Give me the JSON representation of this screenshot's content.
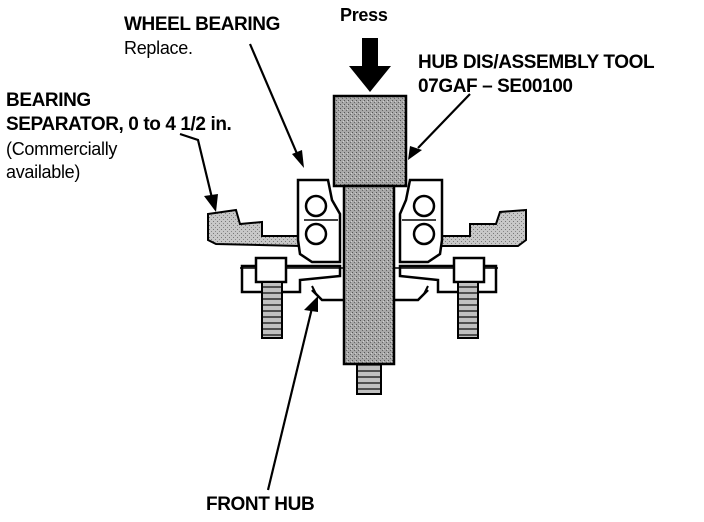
{
  "labels": {
    "press": "Press",
    "wheel_bearing_title": "WHEEL BEARING",
    "wheel_bearing_note": "Replace.",
    "hub_tool_line1": "HUB DIS/ASSEMBLY TOOL",
    "hub_tool_line2": "07GAF – SE00100",
    "bearing_sep_line1": "BEARING",
    "bearing_sep_line2": "SEPARATOR, 0 to 4 1/2 in.",
    "bearing_sep_line3": "(Commercially",
    "bearing_sep_line4": "available)",
    "front_hub": "FRONT HUB"
  },
  "colors": {
    "ink": "#000000",
    "paper": "#ffffff",
    "tool_shade": "#9a9a9a",
    "bolt_shade": "#b5b5b5"
  }
}
